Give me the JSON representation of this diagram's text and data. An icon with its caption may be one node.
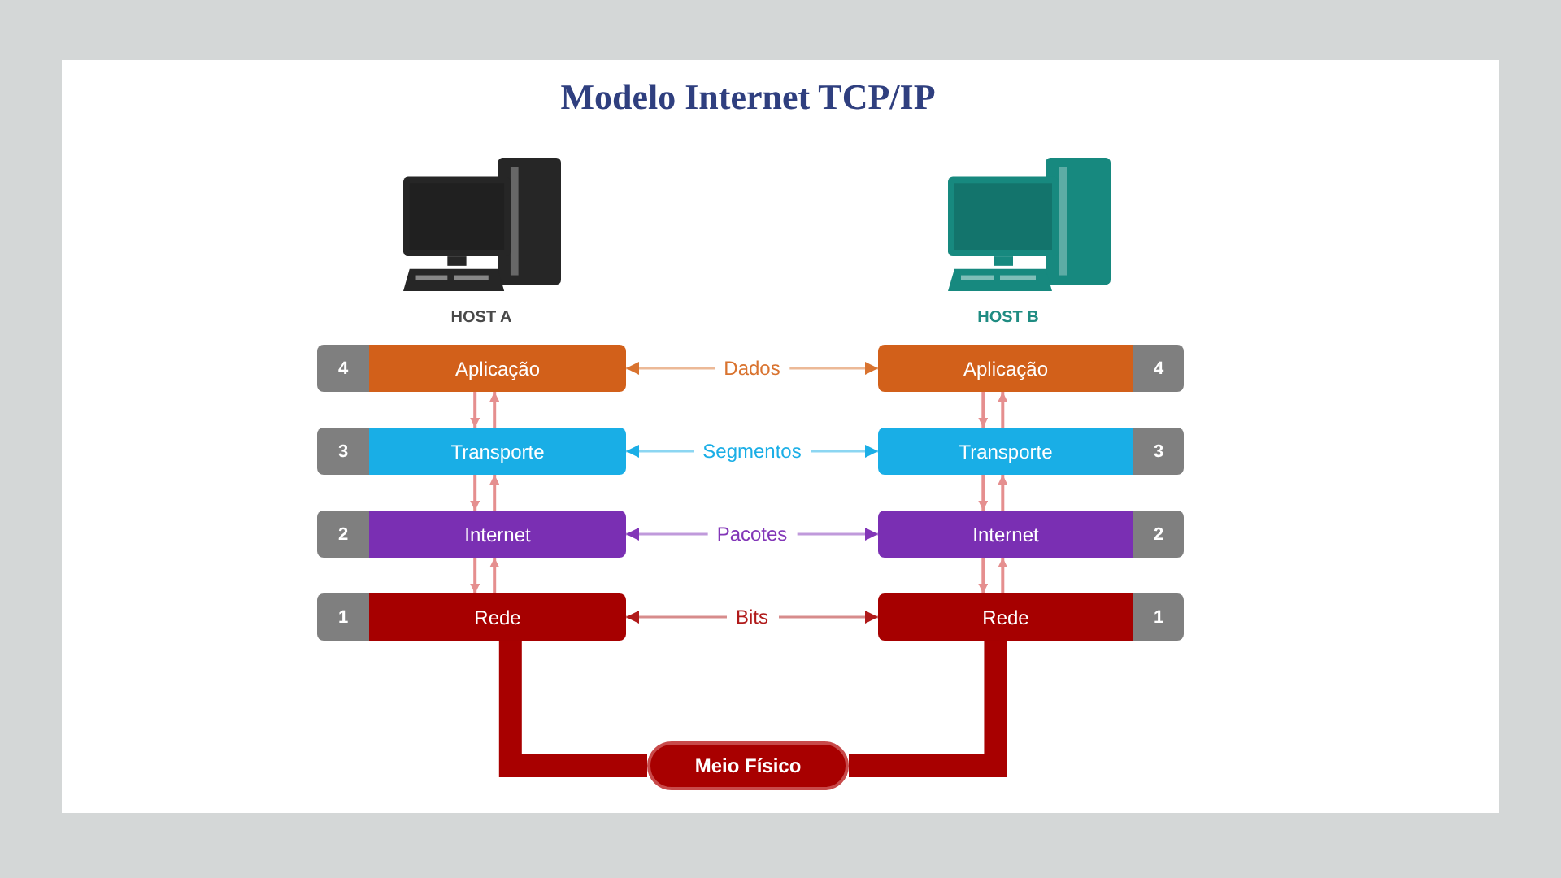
{
  "diagram": {
    "title": "Modelo Internet TCP/IP",
    "nodes": [
      {
        "text": [
          "4"
        ]
      },
      {
        "text": [
          "Aplicação"
        ]
      },
      {
        "text": [
          "Aplicação"
        ]
      },
      {
        "text": [
          "4"
        ]
      },
      {
        "text": [
          "3"
        ]
      },
      {
        "text": [
          "Transporte"
        ]
      },
      {
        "text": [
          "Transporte"
        ]
      },
      {
        "text": [
          "3"
        ]
      },
      {
        "text": [
          "2"
        ]
      },
      {
        "text": [
          "Internet"
        ]
      },
      {
        "text": [
          "Internet"
        ]
      },
      {
        "text": [
          "2"
        ]
      },
      {
        "text": [
          "1"
        ]
      },
      {
        "text": [
          "Rede"
        ]
      },
      {
        "text": [
          "Rede"
        ]
      },
      {
        "text": [
          "1"
        ]
      },
      {
        "text": [
          "Meio Físico"
        ]
      }
    ],
    "edges": [
      {
        "from": 1,
        "to": 2,
        "arrow": "both",
        "label": "Dados",
        "color": "#d9732f"
      },
      {
        "from": 5,
        "to": 6,
        "arrow": "both",
        "label": "Segmentos",
        "color": "#1aaee6"
      },
      {
        "from": 9,
        "to": 10,
        "arrow": "both",
        "label": "Pacotes",
        "color": "#8236b8"
      },
      {
        "from": 13,
        "to": 14,
        "arrow": "both",
        "label": "Bits",
        "color": "#b01a1a"
      },
      {
        "from": 1,
        "to": 5,
        "arrow": "to"
      },
      {
        "from": 5,
        "to": 1,
        "arrow": "to"
      },
      {
        "from": 2,
        "to": 6,
        "arrow": "to"
      },
      {
        "from": 6,
        "to": 2,
        "arrow": "to"
      },
      {
        "from": 5,
        "to": 9,
        "arrow": "to"
      },
      {
        "from": 9,
        "to": 5,
        "arrow": "to"
      },
      {
        "from": 6,
        "to": 10,
        "arrow": "to"
      },
      {
        "from": 10,
        "to": 6,
        "arrow": "to"
      },
      {
        "from": 9,
        "to": 13,
        "arrow": "to"
      },
      {
        "from": 13,
        "to": 9,
        "arrow": "to"
      },
      {
        "from": 10,
        "to": 14,
        "arrow": "to"
      },
      {
        "from": 14,
        "to": 10,
        "arrow": "to"
      },
      {
        "from": 13,
        "to": 16,
        "arrow": "none",
        "style": "thick",
        "color": "#a80000"
      },
      {
        "from": 16,
        "to": 14,
        "arrow": "none",
        "style": "thick",
        "color": "#a80000"
      }
    ],
    "labels": [
      "HOST A",
      "HOST B"
    ]
  }
}
